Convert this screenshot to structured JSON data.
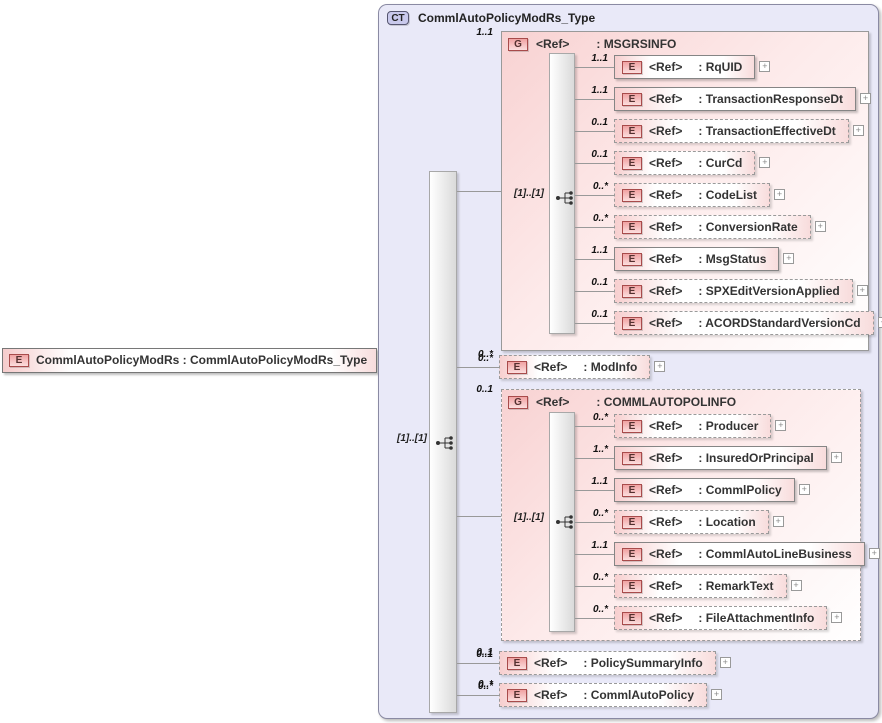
{
  "icons": {
    "expand": "+",
    "collapse": "−",
    "compositor": "sequence-icon"
  },
  "colors": {
    "type_fill": "#e9e9f8",
    "type_border": "#8a8aa3",
    "group_fill": "#f8d2d2",
    "element_badge_fill": "#f0a2a2",
    "element_badge_border": "#a84b4b",
    "connector": "#999999",
    "text": "#333333"
  },
  "root": {
    "badge": "E",
    "label": "CommlAutoPolicyModRs : CommlAutoPolicyModRs_Type"
  },
  "type_box": {
    "badge": "CT",
    "title": "CommlAutoPolicyModRs_Type",
    "compositor": {
      "kind": "sequence",
      "cardinality": "[1]..[1]"
    },
    "children": [
      {
        "kind": "group",
        "badge": "G",
        "ref_label": "<Ref>",
        "name_label": ": MSGRSINFO",
        "cardinality": "1..1",
        "required": true,
        "compositor": {
          "kind": "sequence",
          "cardinality": "[1]..[1]"
        },
        "elements": [
          {
            "badge": "E",
            "ref_label": "<Ref>",
            "name_label": ": RqUID",
            "cardinality": "1..1",
            "required": true
          },
          {
            "badge": "E",
            "ref_label": "<Ref>",
            "name_label": ": TransactionResponseDt",
            "cardinality": "1..1",
            "required": true
          },
          {
            "badge": "E",
            "ref_label": "<Ref>",
            "name_label": ": TransactionEffectiveDt",
            "cardinality": "0..1",
            "required": false
          },
          {
            "badge": "E",
            "ref_label": "<Ref>",
            "name_label": ": CurCd",
            "cardinality": "0..1",
            "required": false
          },
          {
            "badge": "E",
            "ref_label": "<Ref>",
            "name_label": ": CodeList",
            "cardinality": "0..*",
            "required": false
          },
          {
            "badge": "E",
            "ref_label": "<Ref>",
            "name_label": ": ConversionRate",
            "cardinality": "0..*",
            "required": false
          },
          {
            "badge": "E",
            "ref_label": "<Ref>",
            "name_label": ": MsgStatus",
            "cardinality": "1..1",
            "required": true
          },
          {
            "badge": "E",
            "ref_label": "<Ref>",
            "name_label": ": SPXEditVersionApplied",
            "cardinality": "0..1",
            "required": false
          },
          {
            "badge": "E",
            "ref_label": "<Ref>",
            "name_label": ": ACORDStandardVersionCd",
            "cardinality": "0..1",
            "required": false
          }
        ]
      },
      {
        "kind": "element",
        "badge": "E",
        "ref_label": "<Ref>",
        "name_label": ": ModInfo",
        "cardinality": "0..*",
        "required": false
      },
      {
        "kind": "group",
        "badge": "G",
        "ref_label": "<Ref>",
        "name_label": ": COMMLAUTOPOLINFO",
        "cardinality": "0..1",
        "required": false,
        "compositor": {
          "kind": "sequence",
          "cardinality": "[1]..[1]"
        },
        "elements": [
          {
            "badge": "E",
            "ref_label": "<Ref>",
            "name_label": ": Producer",
            "cardinality": "0..*",
            "required": false
          },
          {
            "badge": "E",
            "ref_label": "<Ref>",
            "name_label": ": InsuredOrPrincipal",
            "cardinality": "1..*",
            "required": true
          },
          {
            "badge": "E",
            "ref_label": "<Ref>",
            "name_label": ": CommlPolicy",
            "cardinality": "1..1",
            "required": true
          },
          {
            "badge": "E",
            "ref_label": "<Ref>",
            "name_label": ": Location",
            "cardinality": "0..*",
            "required": false
          },
          {
            "badge": "E",
            "ref_label": "<Ref>",
            "name_label": ": CommlAutoLineBusiness",
            "cardinality": "1..1",
            "required": true
          },
          {
            "badge": "E",
            "ref_label": "<Ref>",
            "name_label": ": RemarkText",
            "cardinality": "0..*",
            "required": false
          },
          {
            "badge": "E",
            "ref_label": "<Ref>",
            "name_label": ": FileAttachmentInfo",
            "cardinality": "0..*",
            "required": false
          }
        ]
      },
      {
        "kind": "element",
        "badge": "E",
        "ref_label": "<Ref>",
        "name_label": ": PolicySummaryInfo",
        "cardinality": "0..1",
        "required": false
      },
      {
        "kind": "element",
        "badge": "E",
        "ref_label": "<Ref>",
        "name_label": ": CommlAutoPolicy",
        "cardinality": "0..*",
        "required": false
      }
    ]
  }
}
